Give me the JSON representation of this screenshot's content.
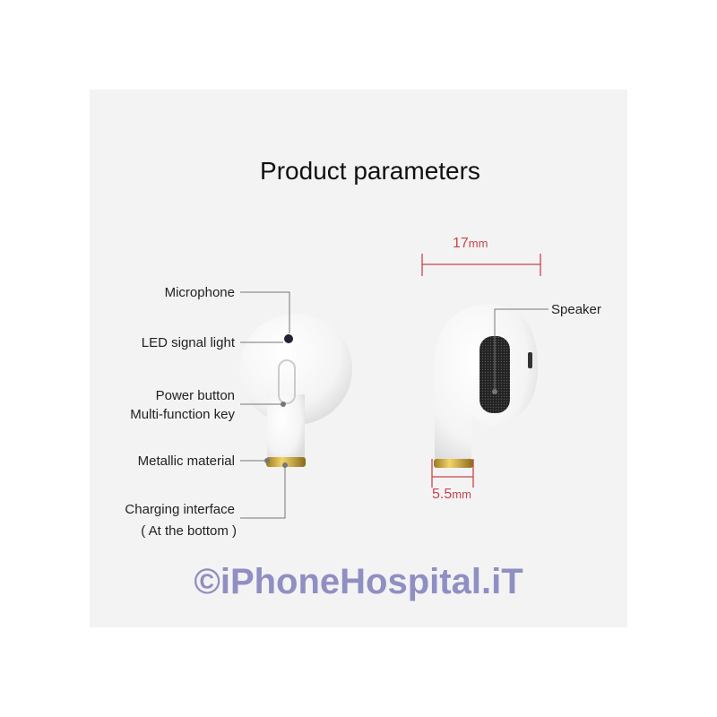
{
  "title": "Product parameters",
  "labels": {
    "microphone": "Microphone",
    "led": "LED signal light",
    "power": "Power button",
    "multifunction": "Multi-function key",
    "metallic": "Metallic material",
    "charging": "Charging interface",
    "charging_note": "( At the bottom )",
    "speaker": "Speaker"
  },
  "dimensions": {
    "width_value": "17",
    "width_unit": "mm",
    "stem_value": "5.5",
    "stem_unit": "mm"
  },
  "watermark": "©iPhoneHospital.iT",
  "colors": {
    "dimension": "#c8454c",
    "watermark": "#6d6db3",
    "panel": "#f3f3f3"
  }
}
